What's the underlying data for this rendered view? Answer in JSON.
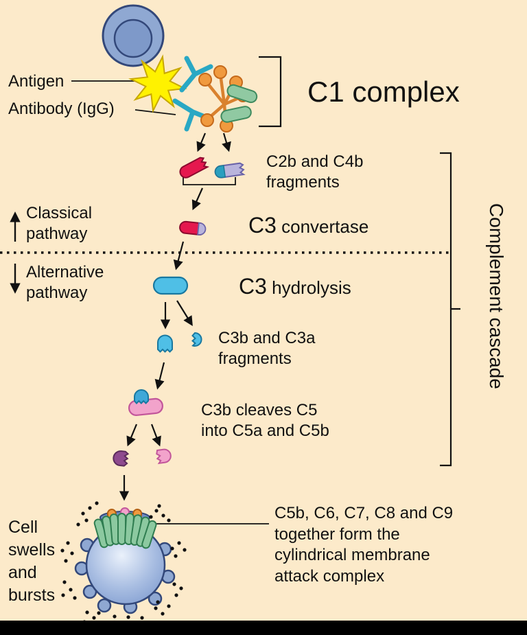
{
  "diagram_title": "Complement cascade",
  "labels": {
    "antigen": "Antigen",
    "antibody": "Antibody (IgG)",
    "c1_complex": "C1 complex",
    "c2b_c4b_fragments": "C2b and C4b\nfragments",
    "c3": "C3",
    "convertase": " convertase",
    "hydrolysis": " hydrolysis",
    "classical_pathway": "Classical\npathway",
    "alternative_pathway": "Alternative\npathway",
    "c3b_c3a_fragments": "C3b and C3a\nfragments",
    "c3b_cleaves_c5": "C3b cleaves C5\ninto C5a and C5b",
    "cell_swells": "Cell\nswells\nand\nbursts",
    "mac_description": "C5b, C6, C7, C8 and C9\ntogether form the\ncylindrical membrane\nattack complex",
    "complement_cascade": "Complement cascade"
  },
  "colors": {
    "background": "#FCEACA",
    "cell_blue": "#8FA8D2",
    "outline_blue": "#33487A",
    "antigen_yellow": "#FFF200",
    "antibody_teal": "#29A8C4",
    "c1q_orange": "#F09A3E",
    "c1rs_green": "#8CC9A0",
    "c2b_red": "#E5184E",
    "c4b_lavender": "#B9B4DC",
    "c3_blue": "#4FBFE6",
    "c5_pink": "#F2A3CB",
    "c5b_purple": "#8E4A8E",
    "ink": "#111111"
  }
}
